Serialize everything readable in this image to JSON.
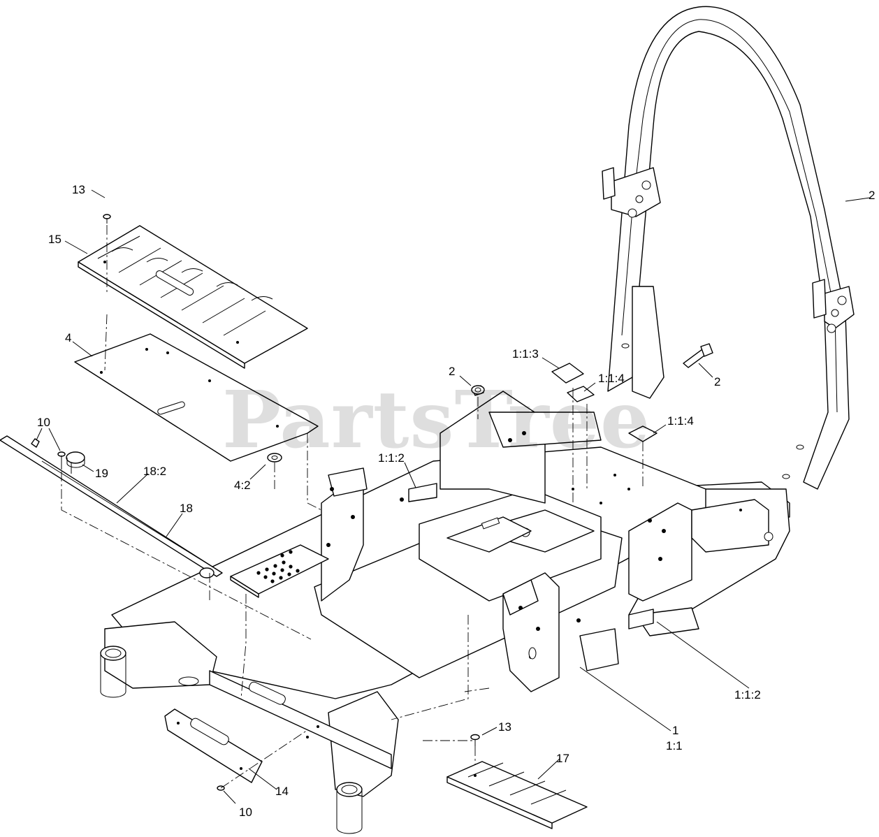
{
  "watermark": "PartsTree",
  "callouts": [
    {
      "id": "c-13-top",
      "text": "13"
    },
    {
      "id": "c-15",
      "text": "15"
    },
    {
      "id": "c-4",
      "text": "4"
    },
    {
      "id": "c-10-left",
      "text": "10"
    },
    {
      "id": "c-19",
      "text": "19"
    },
    {
      "id": "c-18-2",
      "text": "18:2"
    },
    {
      "id": "c-18",
      "text": "18"
    },
    {
      "id": "c-4-2",
      "text": "4:2"
    },
    {
      "id": "c-2-nut",
      "text": "2"
    },
    {
      "id": "c-1-1-3",
      "text": "1:1:3"
    },
    {
      "id": "c-1-1-4-a",
      "text": "1:1:4"
    },
    {
      "id": "c-2-bolt",
      "text": "2"
    },
    {
      "id": "c-1-1-4-b",
      "text": "1:1:4"
    },
    {
      "id": "c-1-1-2-a",
      "text": "1:1:2"
    },
    {
      "id": "c-2-rops",
      "text": "2"
    },
    {
      "id": "c-1-1-2-b",
      "text": "1:1:2"
    },
    {
      "id": "c-1",
      "text": "1"
    },
    {
      "id": "c-1-1",
      "text": "1:1"
    },
    {
      "id": "c-13-bottom",
      "text": "13"
    },
    {
      "id": "c-17",
      "text": "17"
    },
    {
      "id": "c-14",
      "text": "14"
    },
    {
      "id": "c-10-bottom",
      "text": "10"
    }
  ]
}
